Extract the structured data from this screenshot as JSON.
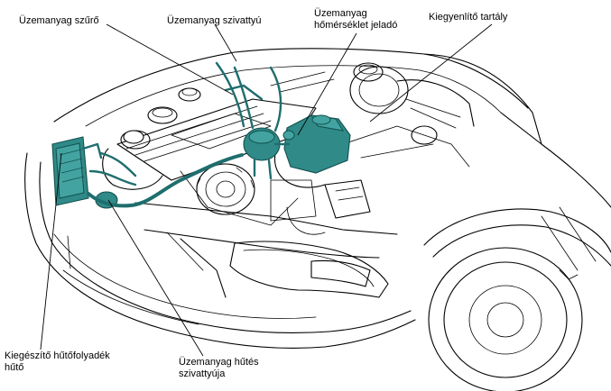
{
  "labels": {
    "fuel_filter": "Üzemanyag szűrő",
    "fuel_pump": "Üzemanyag szivattyú",
    "fuel_temp_sensor_line1": "Üzemanyag",
    "fuel_temp_sensor_line2": "hőmérséklet jeladó",
    "expansion_tank": "Kiegyenlítő tartály",
    "aux_radiator_line1": "Kiegészítő hűtőfolyadék",
    "aux_radiator_line2": "hűtő",
    "fuel_cooling_pump_line1": "Üzemanyag hűtés",
    "fuel_cooling_pump_line2": "szivattyúja"
  },
  "colors": {
    "line": "#000000",
    "highlight": "#2f8a88",
    "highlight_dark": "#1f6e6e",
    "background": "#ffffff"
  }
}
